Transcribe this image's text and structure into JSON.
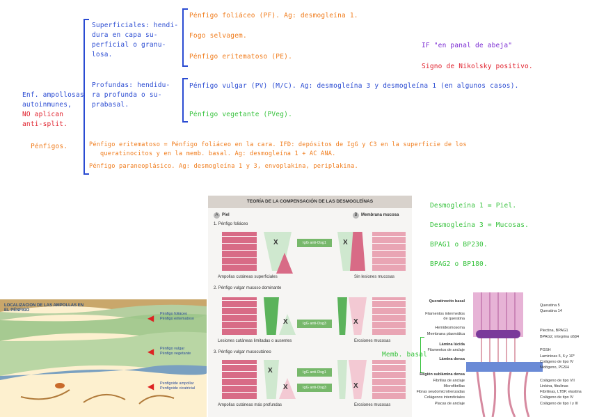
{
  "colors": {
    "blue": "#2a4bd2",
    "orange": "#f07c1c",
    "green": "#36c23c",
    "red": "#e0202c",
    "purple": "#7a2ad2"
  },
  "notes": {
    "superficiales": [
      "Superficiales: hendi-",
      "dura en capa su-",
      "perficial o granu-",
      "losa."
    ],
    "foliaceo": "Pénfigo foliáceo (PF). Ag: desmogleína 1.",
    "fogo": "Fogo selvagem.",
    "eritematoso": "Pénfigo eritematoso (PE).",
    "if_panal": "IF \"en panal de abeja\"",
    "nikolsky": "Signo de Nikolsky positivo.",
    "profundas": [
      "Profundas: hendidu-",
      "ra profunda o su-",
      "prabasal."
    ],
    "vulgar": "Pénfigo vulgar (PV) (M/C). Ag: desmogleína 3  y  desmogleína 1 (en algunos casos).",
    "vegetante": "Pénfigo vegetante (PVeg).",
    "enf_ampollosas": [
      "Enf. ampollosas",
      "autoinmunes,"
    ],
    "no_aplican": [
      "NO aplican",
      "anti-split."
    ],
    "penfigos": "Pénfigos.",
    "eritematoso_def": [
      "Pénfigo eritematoso = Pénfigo foliáceo en la cara. IFD: depósitos de IgG y C3 en la superficie de los",
      "queratinocitos y en la memb. basal. Ag: desmogleína 1 + AC ANA."
    ],
    "paraneoplasico": "Pénfigo paraneoplásico. Ag: desmogleína 1 y 3, envoplakina, periplakina.",
    "dsg1_piel": "Desmogleína 1 = Piel.",
    "dsg3_mucosas": "Desmogleína 3 = Mucosas.",
    "bpag1": "BPAG1 o BP230.",
    "bpag2": "BPAG2 o BP180.",
    "memb_basal": "Memb. basal"
  },
  "fig_dsg": {
    "title": "TEORÍA DE LA COMPENSACIÓN DE LAS DESMOGLEÍNAS",
    "col_a_letter": "A",
    "col_a": "Piel",
    "col_b_letter": "B",
    "col_b": "Membrana mucosa",
    "r1": "1. Pénfigo foliáceo",
    "r1_left": "Ampollas cutáneas superficiales",
    "r1_right": "Sin lesiones mucosas",
    "r2": "2. Pénfigo vulgar mucoso dominante",
    "r2_left": "Lesiones cutáneas limitadas o ausentes",
    "r2_right": "Erosiones mucosas",
    "r3": "3. Pénfigo vulgar mucocutáneo",
    "r3_left": "Ampollas cutáneas más profundas",
    "r3_right": "Erosiones mucosas",
    "igg1": "IgG anti-Dsg1",
    "igg3": "IgG anti-Dsg3",
    "x": "X"
  },
  "fig_amp": {
    "title": [
      "LOCALIZACION DE LAS AMPOLLAS EN",
      "EL PÉNFIGO"
    ],
    "l1": [
      "Pénfigo foliáceo",
      "Pénfigo eritematoso"
    ],
    "l2": [
      "Pénfigo vulgar",
      "Pénfigo vegetante"
    ],
    "l3": [
      "Penfigoide ampollar",
      "Penfigoide cicatricial"
    ]
  },
  "fig_zm": {
    "left": [
      "Queratinocito basal",
      "Filamentos intermedios",
      "de queratina",
      "Hemidesmosoma",
      "Membrana plasmática",
      "Lámina lúcida",
      "Filamentos de anclaje",
      "Lámina densa",
      "Región sublámina densa",
      "Fibrillas de anclaje",
      "Microfibrillas",
      "Fibras seudomicrotrenzadas",
      "Colágenos intersticiales",
      "Placas de anclaje"
    ],
    "right": [
      "Queratina 5",
      "Queratina 14",
      "Plectina, BPAG1",
      "BPAG2, integrina α6β4",
      "PGSH",
      "Lamininas 5, 6 y 10*",
      "Colágeno de tipo IV",
      "Nidógeno, PGSH",
      "Colágeno de tipo VII",
      "Linkina, fibulinas",
      "Fibrilinas, LTBP, elastina",
      "Colágeno de tipo IV",
      "Colágeno de tipo I y III"
    ]
  }
}
